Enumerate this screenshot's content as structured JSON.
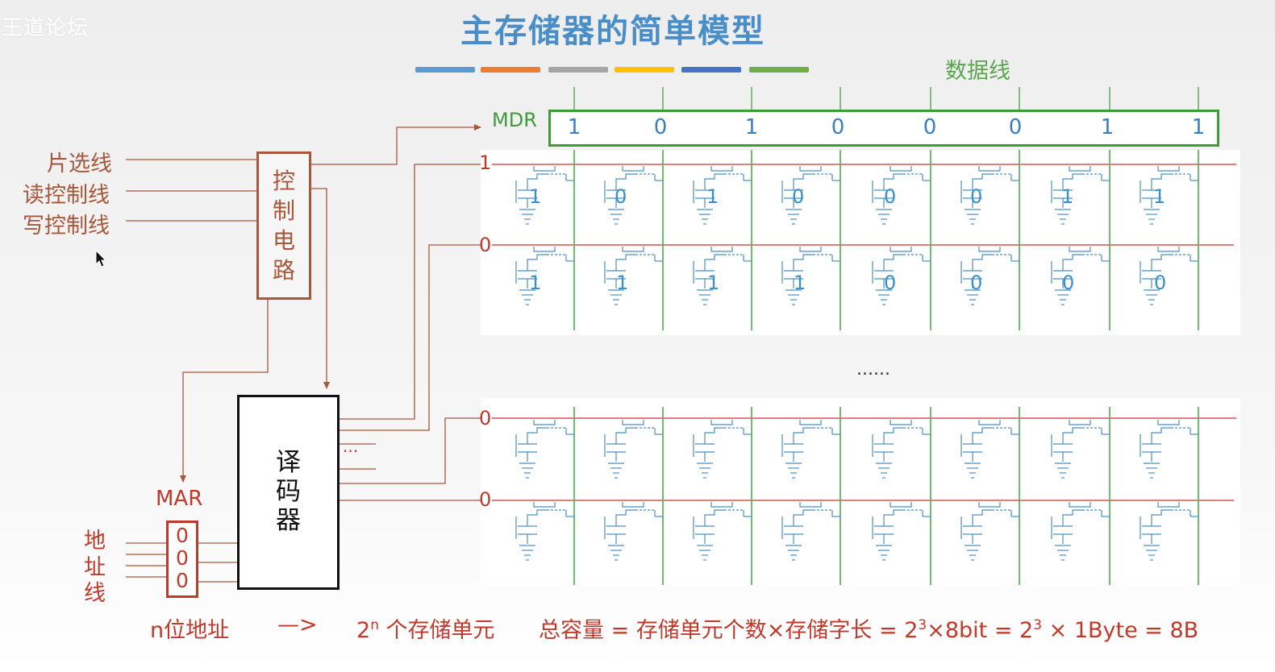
{
  "watermark": "王道论坛",
  "title": "主存储器的简单模型",
  "color_bars": [
    "#5b9bd5",
    "#ed7d31",
    "#a5a5a5",
    "#ffc000",
    "#4472c4",
    "#70ad47"
  ],
  "data_line_label": "数据线",
  "mdr": {
    "label": "MDR",
    "bits": [
      "1",
      "0",
      "1",
      "0",
      "0",
      "0",
      "1",
      "1"
    ]
  },
  "control_inputs": [
    "片选线",
    "读控制线",
    "写控制线"
  ],
  "control_circuit": {
    "label": "控\n制\n电\n路"
  },
  "decoder": {
    "label": "译\n码\n器",
    "ellipsis": "···"
  },
  "mar": {
    "label": "MAR",
    "bits": [
      "0",
      "0",
      "0"
    ]
  },
  "address_line": {
    "chars": [
      "地",
      "址",
      "线"
    ]
  },
  "rows": [
    {
      "select": "1",
      "cells": [
        "1",
        "0",
        "1",
        "0",
        "0",
        "0",
        "1",
        "1"
      ]
    },
    {
      "select": "0",
      "cells": [
        "1",
        "1",
        "1",
        "1",
        "0",
        "0",
        "0",
        "0"
      ]
    },
    {
      "select": "0",
      "cells": [
        "",
        "",
        "",
        "",
        "",
        "",
        "",
        ""
      ]
    },
    {
      "select": "0",
      "cells": [
        "",
        "",
        "",
        "",
        "",
        "",
        "",
        ""
      ]
    }
  ],
  "ellipsis": "......",
  "bottom": {
    "n_bit_address": "n位地址",
    "arrow": "—>",
    "units_base": "2",
    "units_exp": "n",
    "units_text": " 个存储单元",
    "capacity_prefix": "总容量 = 存储单元个数×存储字长 = 2",
    "capacity_exp1": "3",
    "capacity_mid": "×8bit = 2",
    "capacity_exp2": "3",
    "capacity_suffix": " × 1Byte = 8B"
  }
}
